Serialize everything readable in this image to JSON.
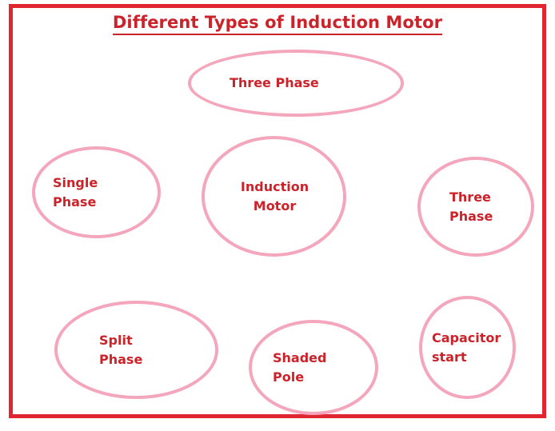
{
  "title": {
    "text": "Different Types of Induction Motor",
    "color": "#cc2229",
    "underline": true
  },
  "frame": {
    "border_color": "#e02630"
  },
  "style": {
    "node_stroke_color": "#f4a6bd",
    "node_fill_color": "#ffffff",
    "node_text_color": "#cc2229",
    "background_color": "#ffffff"
  },
  "nodes": [
    {
      "id": "three-phase-top",
      "label": "Three Phase",
      "shape": "ellipse",
      "position": "top-center"
    },
    {
      "id": "single-phase",
      "label": "Single\nPhase",
      "shape": "ellipse",
      "position": "middle-left"
    },
    {
      "id": "induction-motor",
      "label": "Induction\nMotor",
      "shape": "ellipse",
      "position": "center"
    },
    {
      "id": "three-phase-right",
      "label": "Three\nPhase",
      "shape": "ellipse",
      "position": "middle-right"
    },
    {
      "id": "split-phase",
      "label": "Split\nPhase",
      "shape": "ellipse",
      "position": "bottom-left"
    },
    {
      "id": "shaded-pole",
      "label": "Shaded\nPole",
      "shape": "ellipse",
      "position": "bottom-center"
    },
    {
      "id": "capacitor-start",
      "label": "Capacitor\nstart",
      "shape": "ellipse",
      "position": "bottom-right"
    }
  ]
}
